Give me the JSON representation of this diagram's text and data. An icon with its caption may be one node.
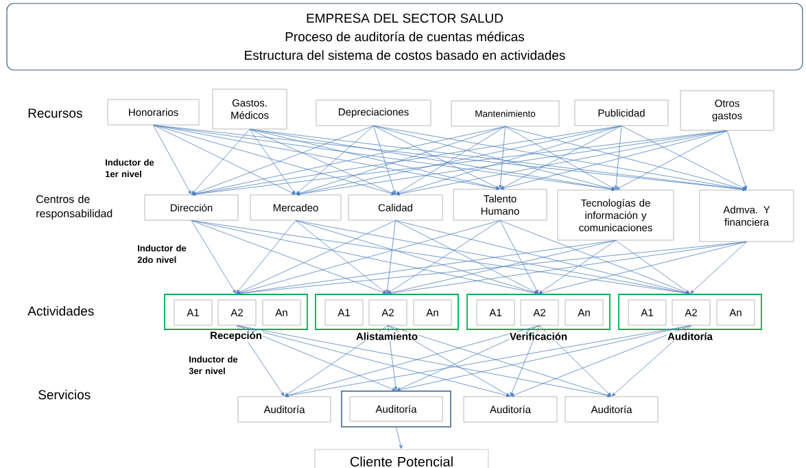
{
  "diagram": {
    "nodes": [
      {
        "text": [
          "EMPRESA DEL SECTOR SALUD",
          "Proceso de auditoría de cuentas médicas",
          "Estructura del sistema de costos basado en actividades"
        ]
      },
      {
        "text": [
          "Honorarios"
        ]
      },
      {
        "text": [
          "Gastos. Médicos"
        ]
      },
      {
        "text": [
          "Depreciaciones"
        ]
      },
      {
        "text": [
          "Mantenimiento"
        ]
      },
      {
        "text": [
          "Publicidad"
        ]
      },
      {
        "text": [
          "Otros gastos"
        ]
      },
      {
        "text": [
          "Dirección"
        ]
      },
      {
        "text": [
          "Mercadeo"
        ]
      },
      {
        "text": [
          "Calidad"
        ]
      },
      {
        "text": [
          "Talento Humano"
        ]
      },
      {
        "text": [
          "Tecnologías de información y comunicaciones"
        ]
      },
      {
        "text": [
          "Admva. Y financiera"
        ]
      },
      {
        "text": [
          "Recepción"
        ]
      },
      {
        "text": [
          "A1"
        ],
        "in": 13
      },
      {
        "text": [
          "A2"
        ],
        "in": 13
      },
      {
        "text": [
          "An"
        ],
        "in": 13
      },
      {
        "text": [
          "Alistamiento"
        ]
      },
      {
        "text": [
          "A1"
        ],
        "in": 17
      },
      {
        "text": [
          "A2"
        ],
        "in": 17
      },
      {
        "text": [
          "An"
        ],
        "in": 17
      },
      {
        "text": [
          "Verificación"
        ]
      },
      {
        "text": [
          "A1"
        ],
        "in": 21
      },
      {
        "text": [
          "A2"
        ],
        "in": 21
      },
      {
        "text": [
          "An"
        ],
        "in": 21
      },
      {
        "text": [
          "Auditoría"
        ]
      },
      {
        "text": [
          "A1"
        ],
        "in": 25
      },
      {
        "text": [
          "A2"
        ],
        "in": 25
      },
      {
        "text": [
          "An"
        ],
        "in": 25
      },
      {
        "text": [
          "Auditoría"
        ]
      },
      {
        "text": [],
        "shape": "box"
      },
      {
        "text": [
          "Auditoría"
        ],
        "in": 30
      },
      {
        "text": [
          "Auditoría"
        ]
      },
      {
        "text": [
          "Auditoría"
        ]
      },
      {
        "text": [
          "Cliente Potencial"
        ]
      }
    ],
    "edges": [
      {
        "from": 1,
        "to": 7,
        "arrow": "to"
      },
      {
        "from": 1,
        "to": 8,
        "arrow": "to"
      },
      {
        "from": 1,
        "to": 9,
        "arrow": "to"
      },
      {
        "from": 1,
        "to": 10,
        "arrow": "to"
      },
      {
        "from": 1,
        "to": 11,
        "arrow": "to"
      },
      {
        "from": 1,
        "to": 12,
        "arrow": "to"
      },
      {
        "from": 2,
        "to": 7,
        "arrow": "to"
      },
      {
        "from": 2,
        "to": 8,
        "arrow": "to"
      },
      {
        "from": 2,
        "to": 9,
        "arrow": "to"
      },
      {
        "from": 2,
        "to": 10,
        "arrow": "to"
      },
      {
        "from": 2,
        "to": 11,
        "arrow": "to"
      },
      {
        "from": 2,
        "to": 12,
        "arrow": "to"
      },
      {
        "from": 3,
        "to": 7,
        "arrow": "to"
      },
      {
        "from": 3,
        "to": 8,
        "arrow": "to"
      },
      {
        "from": 3,
        "to": 9,
        "arrow": "to"
      },
      {
        "from": 3,
        "to": 10,
        "arrow": "to"
      },
      {
        "from": 3,
        "to": 11,
        "arrow": "to"
      },
      {
        "from": 3,
        "to": 12,
        "arrow": "to"
      },
      {
        "from": 4,
        "to": 7,
        "arrow": "to"
      },
      {
        "from": 4,
        "to": 8,
        "arrow": "to"
      },
      {
        "from": 4,
        "to": 9,
        "arrow": "to"
      },
      {
        "from": 4,
        "to": 10,
        "arrow": "to"
      },
      {
        "from": 4,
        "to": 11,
        "arrow": "to"
      },
      {
        "from": 4,
        "to": 12,
        "arrow": "to"
      },
      {
        "from": 5,
        "to": 7,
        "arrow": "to"
      },
      {
        "from": 5,
        "to": 8,
        "arrow": "to"
      },
      {
        "from": 5,
        "to": 9,
        "arrow": "to"
      },
      {
        "from": 5,
        "to": 10,
        "arrow": "to"
      },
      {
        "from": 5,
        "to": 11,
        "arrow": "to"
      },
      {
        "from": 5,
        "to": 12,
        "arrow": "to"
      },
      {
        "from": 6,
        "to": 7,
        "arrow": "to"
      },
      {
        "from": 6,
        "to": 8,
        "arrow": "to"
      },
      {
        "from": 6,
        "to": 9,
        "arrow": "to"
      },
      {
        "from": 6,
        "to": 10,
        "arrow": "to"
      },
      {
        "from": 6,
        "to": 11,
        "arrow": "to"
      },
      {
        "from": 6,
        "to": 12,
        "arrow": "to"
      },
      {
        "from": 7,
        "to": 13,
        "arrow": "to"
      },
      {
        "from": 7,
        "to": 17,
        "arrow": "to"
      },
      {
        "from": 7,
        "to": 21,
        "arrow": "to"
      },
      {
        "from": 7,
        "to": 25,
        "arrow": "to"
      },
      {
        "from": 8,
        "to": 13,
        "arrow": "to"
      },
      {
        "from": 8,
        "to": 17,
        "arrow": "to"
      },
      {
        "from": 8,
        "to": 21,
        "arrow": "to"
      },
      {
        "from": 8,
        "to": 25,
        "arrow": "to"
      },
      {
        "from": 9,
        "to": 13,
        "arrow": "to"
      },
      {
        "from": 9,
        "to": 17,
        "arrow": "to"
      },
      {
        "from": 9,
        "to": 21,
        "arrow": "to"
      },
      {
        "from": 9,
        "to": 25,
        "arrow": "to"
      },
      {
        "from": 10,
        "to": 13,
        "arrow": "to"
      },
      {
        "from": 10,
        "to": 17,
        "arrow": "to"
      },
      {
        "from": 10,
        "to": 21,
        "arrow": "to"
      },
      {
        "from": 10,
        "to": 25,
        "arrow": "to"
      },
      {
        "from": 11,
        "to": 13,
        "arrow": "to"
      },
      {
        "from": 11,
        "to": 17,
        "arrow": "to"
      },
      {
        "from": 11,
        "to": 21,
        "arrow": "to"
      },
      {
        "from": 11,
        "to": 25,
        "arrow": "to"
      },
      {
        "from": 12,
        "to": 13,
        "arrow": "to"
      },
      {
        "from": 12,
        "to": 17,
        "arrow": "to"
      },
      {
        "from": 12,
        "to": 21,
        "arrow": "to"
      },
      {
        "from": 12,
        "to": 25,
        "arrow": "to"
      },
      {
        "from": 15,
        "to": 29,
        "arrow": "to"
      },
      {
        "from": 15,
        "to": 30,
        "arrow": "to"
      },
      {
        "from": 15,
        "to": 32,
        "arrow": "to"
      },
      {
        "from": 15,
        "to": 33,
        "arrow": "to"
      },
      {
        "from": 19,
        "to": 29,
        "arrow": "to"
      },
      {
        "from": 19,
        "to": 30,
        "arrow": "to"
      },
      {
        "from": 19,
        "to": 32,
        "arrow": "to"
      },
      {
        "from": 19,
        "to": 33,
        "arrow": "to"
      },
      {
        "from": 23,
        "to": 29,
        "arrow": "to"
      },
      {
        "from": 23,
        "to": 30,
        "arrow": "to"
      },
      {
        "from": 23,
        "to": 32,
        "arrow": "to"
      },
      {
        "from": 23,
        "to": 33,
        "arrow": "to"
      },
      {
        "from": 27,
        "to": 29,
        "arrow": "to"
      },
      {
        "from": 27,
        "to": 30,
        "arrow": "to"
      },
      {
        "from": 27,
        "to": 32,
        "arrow": "to"
      },
      {
        "from": 27,
        "to": 33,
        "arrow": "to"
      },
      {
        "from": 30,
        "to": 34,
        "arrow": "to"
      }
    ],
    "labels": [
      "Recursos",
      "Inductor de 1er nivel",
      "Centros de responsabilidad",
      "Inductor de 2do nivel",
      "Actividades",
      "Inductor de 3er nivel",
      "Servicios"
    ]
  }
}
